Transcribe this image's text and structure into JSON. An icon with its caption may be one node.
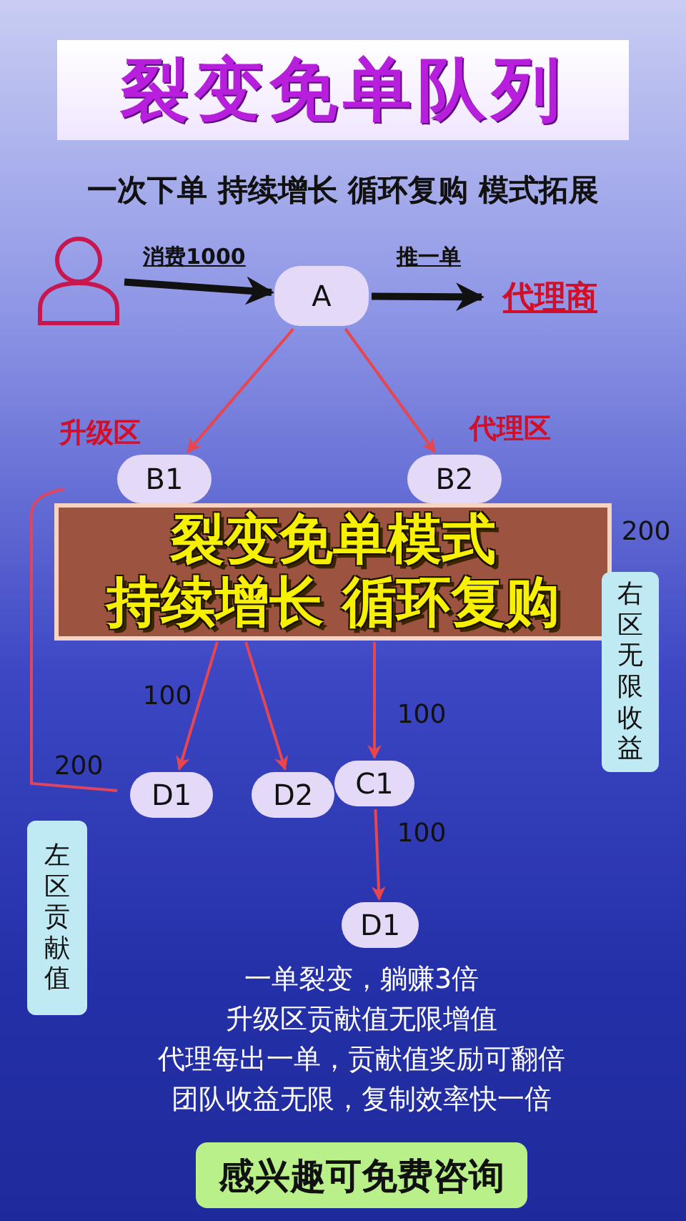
{
  "diagram": {
    "title": "裂变免单队列",
    "caption": "一次下单 持续增长 循环复购 模式拓展",
    "nodes": [
      {
        "text": [],
        "shape": "person"
      },
      {
        "text": [
          "A"
        ]
      },
      {
        "text": [
          "代理商"
        ]
      },
      {
        "text": [
          "B1"
        ]
      },
      {
        "text": [
          "B2"
        ]
      },
      {
        "text": [
          "裂变免单模式",
          "持续增长 循环复购"
        ]
      },
      {
        "text": [
          "D1"
        ]
      },
      {
        "text": [
          "D2"
        ]
      },
      {
        "text": [
          "C1"
        ]
      },
      {
        "text": [
          "D1"
        ]
      },
      {
        "text": [
          "左区贡献值"
        ]
      },
      {
        "text": [
          "右区无限收益"
        ]
      },
      {
        "text": [
          "感兴趣可免费咨询"
        ]
      }
    ],
    "edges": [
      {
        "from": 0,
        "to": 1,
        "arrow": "to",
        "label": "消费1000",
        "style": "thick",
        "color": "#111111"
      },
      {
        "from": 1,
        "to": 2,
        "arrow": "to",
        "label": "推一单",
        "style": "thick",
        "color": "#111111"
      },
      {
        "from": 1,
        "to": 3,
        "arrow": "to"
      },
      {
        "from": 1,
        "to": 4,
        "arrow": "to"
      },
      {
        "from": 5,
        "to": 6,
        "arrow": "to",
        "label": "100"
      },
      {
        "from": 5,
        "to": 7,
        "arrow": "to"
      },
      {
        "from": 5,
        "to": 8,
        "arrow": "to",
        "label": "100"
      },
      {
        "from": 8,
        "to": 9,
        "arrow": "to",
        "label": "100"
      }
    ],
    "labels": [
      "升级区",
      "代理区",
      "200",
      "200",
      "一单裂变，躺赚3倍",
      "升级区贡献值无限增值",
      "代理每出一单，贡献值奖励可翻倍",
      "团队收益无限，复制效率快一倍"
    ]
  }
}
